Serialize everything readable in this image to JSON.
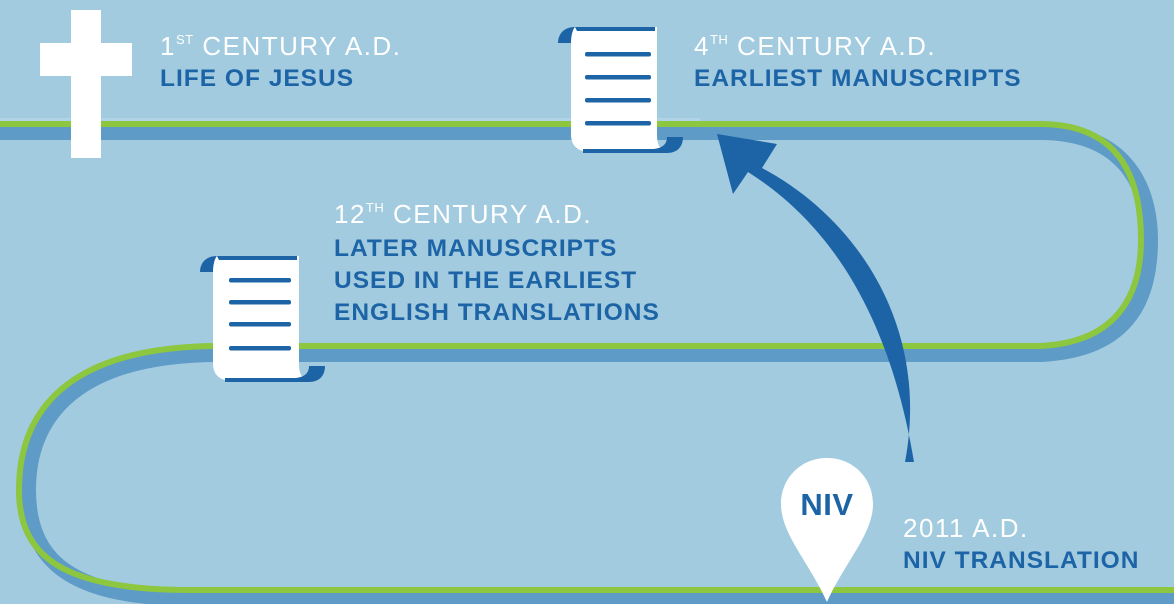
{
  "milestones": [
    {
      "id": "life-of-jesus",
      "icon": "cross-icon",
      "ordinal": "1",
      "ordinal_suffix": "ST",
      "period": "CENTURY A.D.",
      "title_lines": [
        "LIFE OF JESUS"
      ]
    },
    {
      "id": "earliest-manuscripts",
      "icon": "scroll-icon",
      "ordinal": "4",
      "ordinal_suffix": "TH",
      "period": "CENTURY A.D.",
      "title_lines": [
        "EARLIEST MANUSCRIPTS"
      ]
    },
    {
      "id": "later-manuscripts",
      "icon": "scroll-icon",
      "ordinal": "12",
      "ordinal_suffix": "TH",
      "period": "CENTURY A.D.",
      "title_lines": [
        "LATER MANUSCRIPTS",
        "USED IN THE EARLIEST",
        "ENGLISH TRANSLATIONS"
      ]
    },
    {
      "id": "niv-translation",
      "icon": "map-pin-icon",
      "marker_text": "NIV",
      "date": "2011 A.D.",
      "title_lines": [
        "NIV TRANSLATION"
      ]
    }
  ],
  "arrow": {
    "icon": "curved-arrow-icon",
    "from": "niv-translation",
    "to": "earliest-manuscripts"
  },
  "colors": {
    "background": "#a2cbe0",
    "road_blue": "#5e9bc6",
    "road_green": "#8dc63f",
    "accent_blue": "#1c64a5",
    "white": "#ffffff"
  }
}
